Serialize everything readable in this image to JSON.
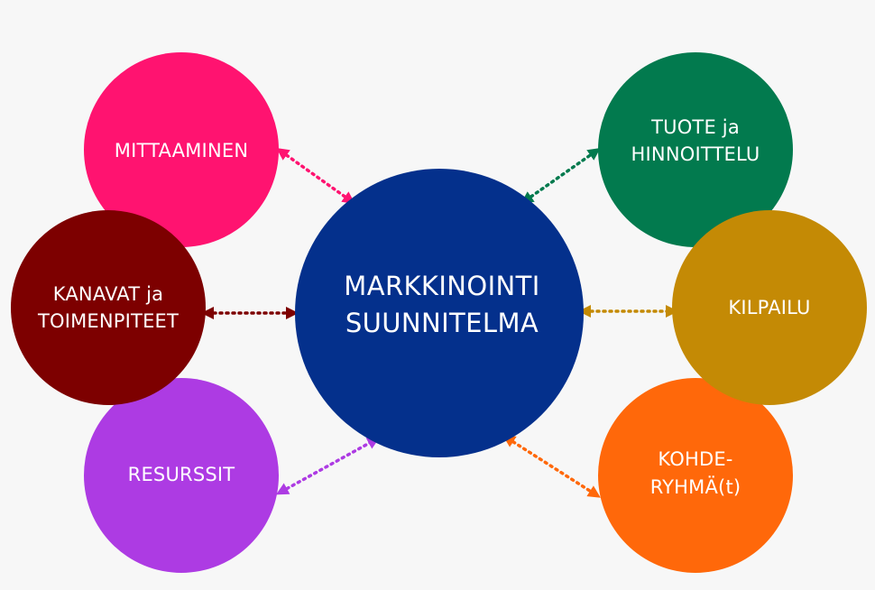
{
  "center": {
    "line1": "MARKKINOINTI",
    "line2": "SUUNNITELMA",
    "color": "#04308c"
  },
  "nodes": {
    "mittaaminen": {
      "line1": "MITTAAMINEN",
      "color": "#ff1370"
    },
    "kanavat": {
      "line1": "KANAVAT ja",
      "line2": "TOIMENPITEET",
      "color": "#7d0000"
    },
    "resurssit": {
      "line1": "RESURSSIT",
      "color": "#ad3be3"
    },
    "tuote": {
      "line1": "TUOTE ja",
      "line2": "HINNOITTELU",
      "color": "#027a4e"
    },
    "kilpailu": {
      "line1": "KILPAILU",
      "color": "#c48a05"
    },
    "kohderyhma": {
      "line1": "KOHDE-",
      "line2": "RYHMÄ(t)",
      "color": "#ff680a"
    }
  },
  "background_color": "#f7f7f7"
}
